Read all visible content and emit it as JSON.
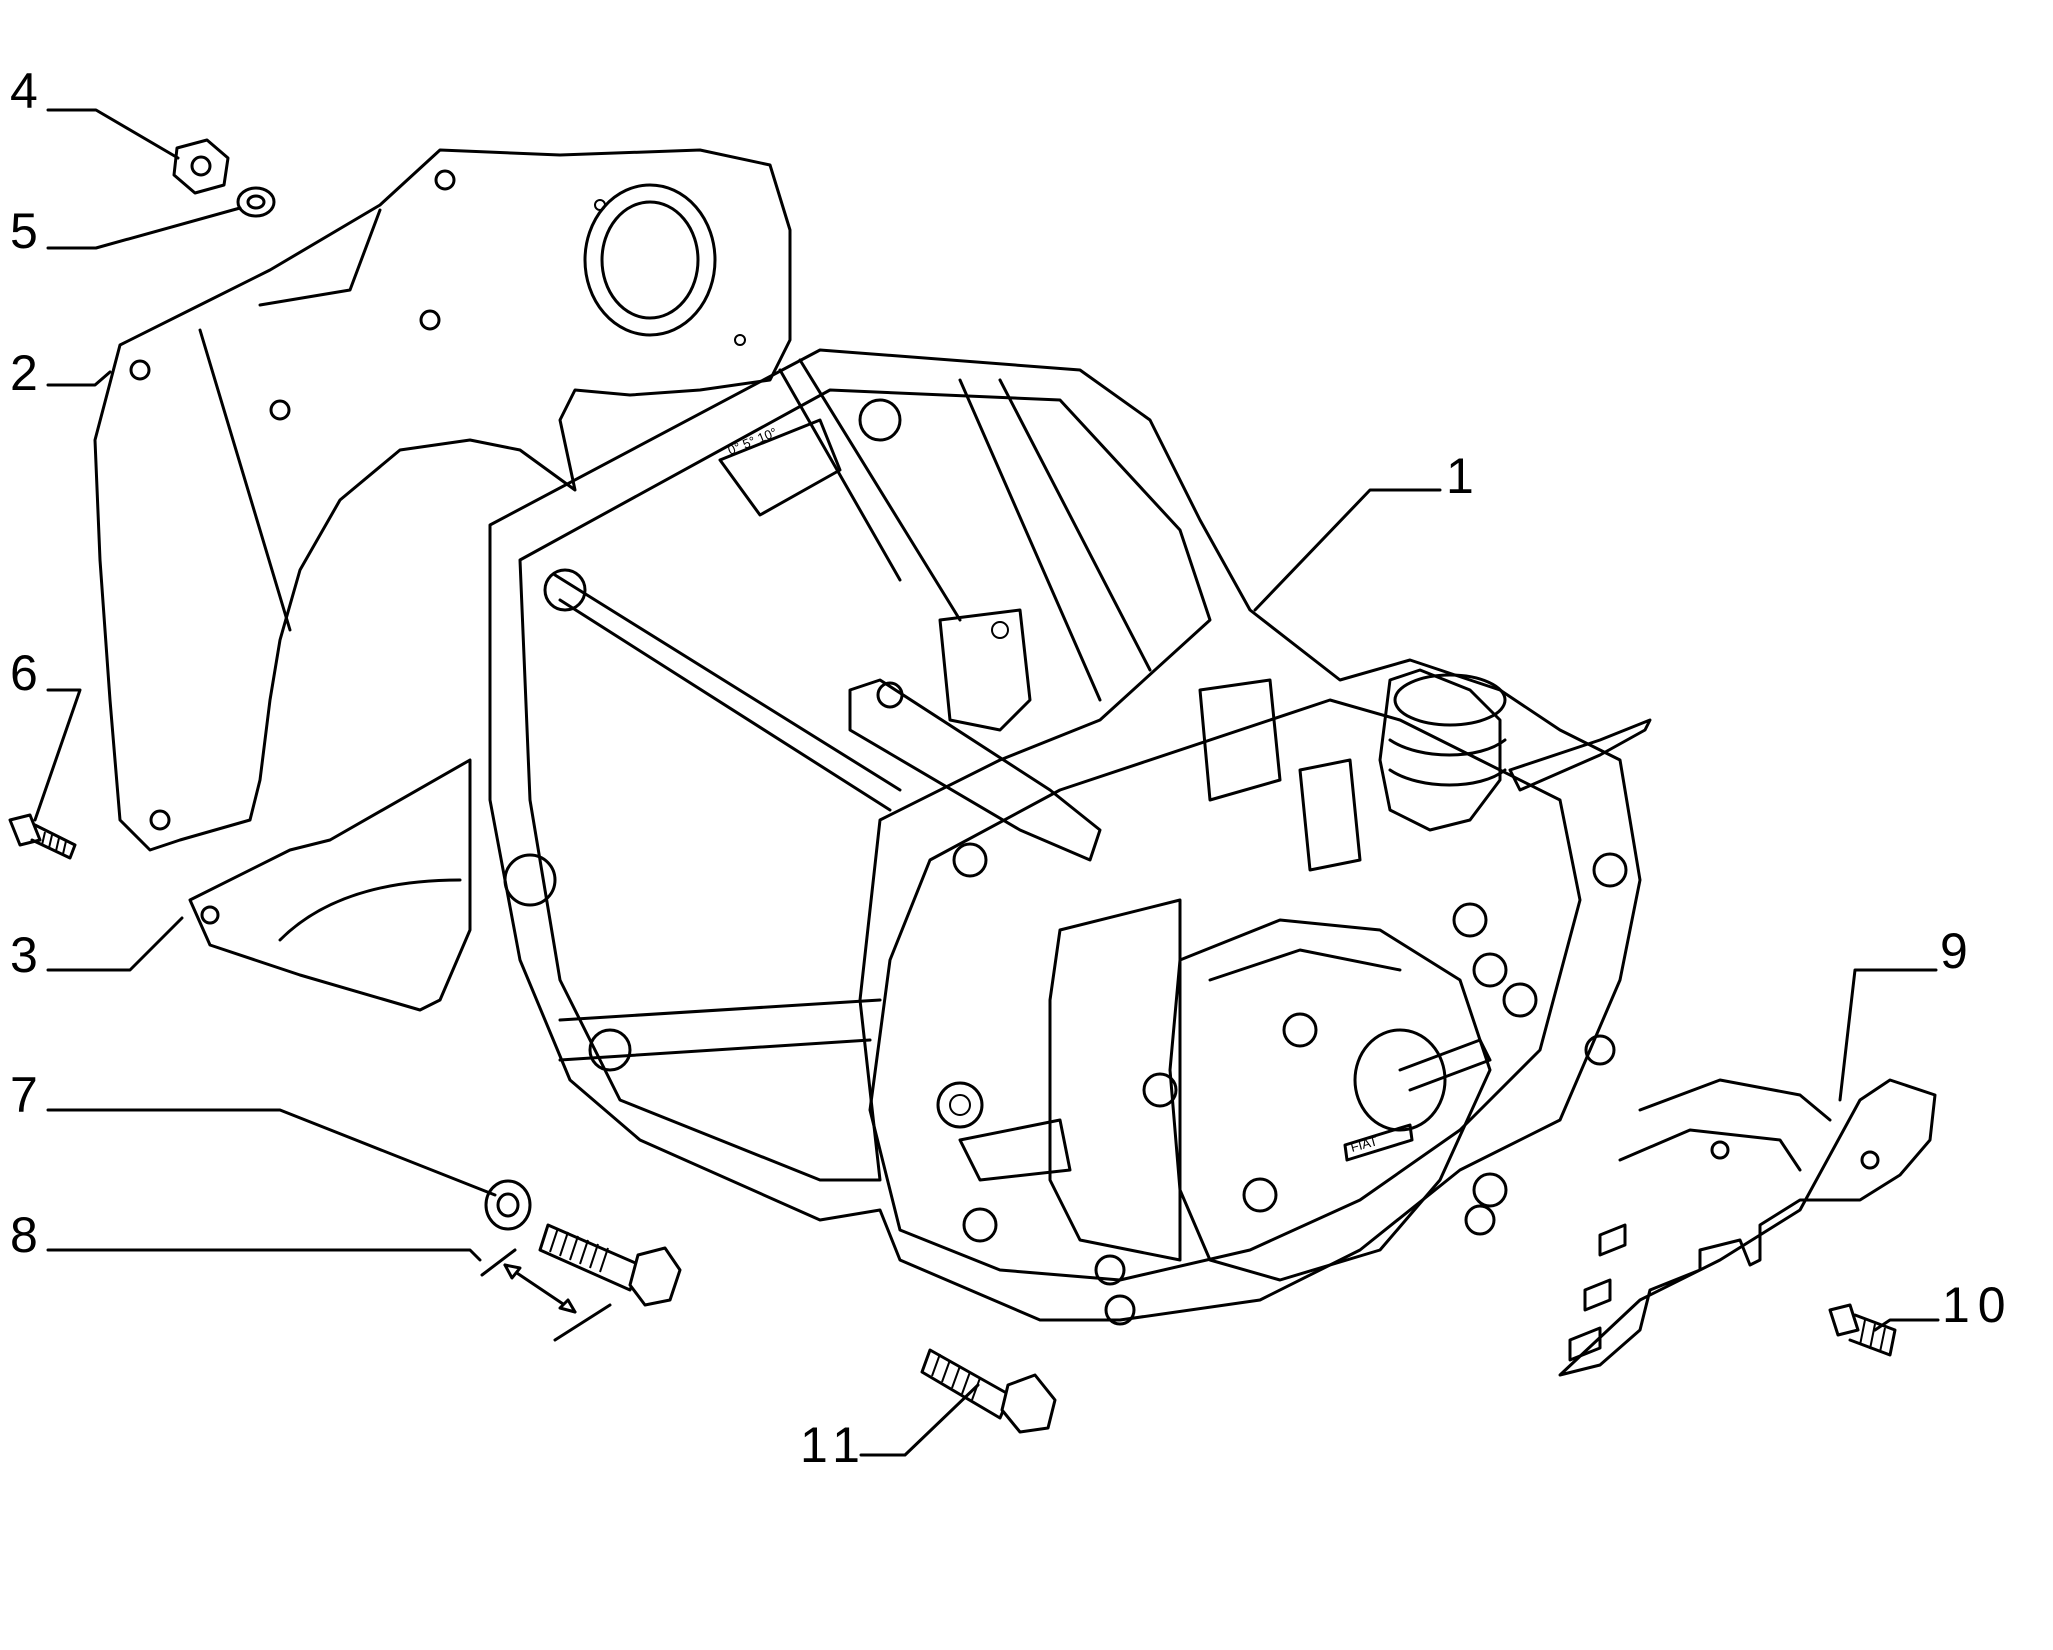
{
  "labels": {
    "l1": "1",
    "l2": "2",
    "l3": "3",
    "l4": "4",
    "l5": "5",
    "l6": "6",
    "l7": "7",
    "l8": "8",
    "l9": "9",
    "l10": "10",
    "l11": "11"
  },
  "markings": {
    "timing_scale": "0° 5° 10°",
    "brand_plate": "FIAT"
  },
  "colors": {
    "ink": "#000000",
    "paper": "#ffffff"
  }
}
